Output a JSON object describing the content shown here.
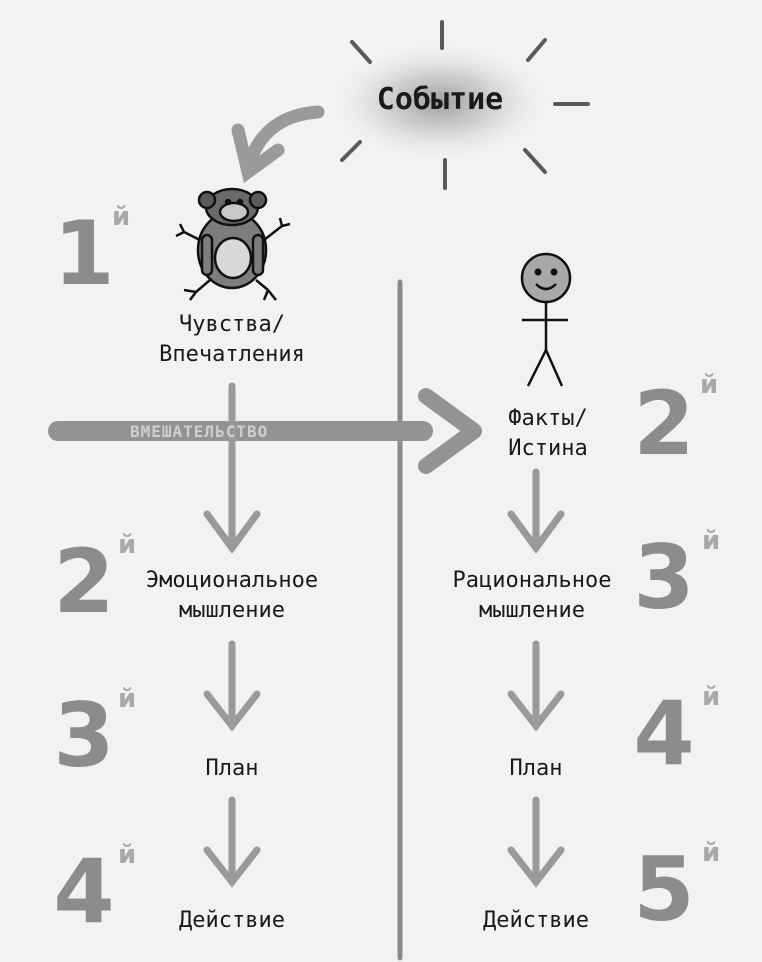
{
  "event": {
    "label": "Событие"
  },
  "arrow_caption": "ВМЕШАТЕЛЬСТВО",
  "left": {
    "step1_label_line1": "Чувства/",
    "step1_label_line2": "Впечатления",
    "step2_label_line1": "Эмоциональное",
    "step2_label_line2": "мышление",
    "step3_label": "План",
    "step4_label": "Действие",
    "numbers": [
      "1",
      "2",
      "3",
      "4"
    ]
  },
  "right": {
    "step2_label_line1": "Факты/",
    "step2_label_line2": "Истина",
    "step3_label_line1": "Рациональное",
    "step3_label_line2": "мышление",
    "step4_label": "План",
    "step5_label": "Действие",
    "numbers": [
      "2",
      "3",
      "4",
      "5"
    ]
  },
  "ordinal_suffix": "й",
  "icons": [
    "monkey-icon",
    "stick-figure-icon"
  ],
  "colors": {
    "number_gray": "#8c8c8c",
    "arrow_gray": "#9a9a9a",
    "ink": "#1a1a1a",
    "background": "#f2f2f2"
  }
}
